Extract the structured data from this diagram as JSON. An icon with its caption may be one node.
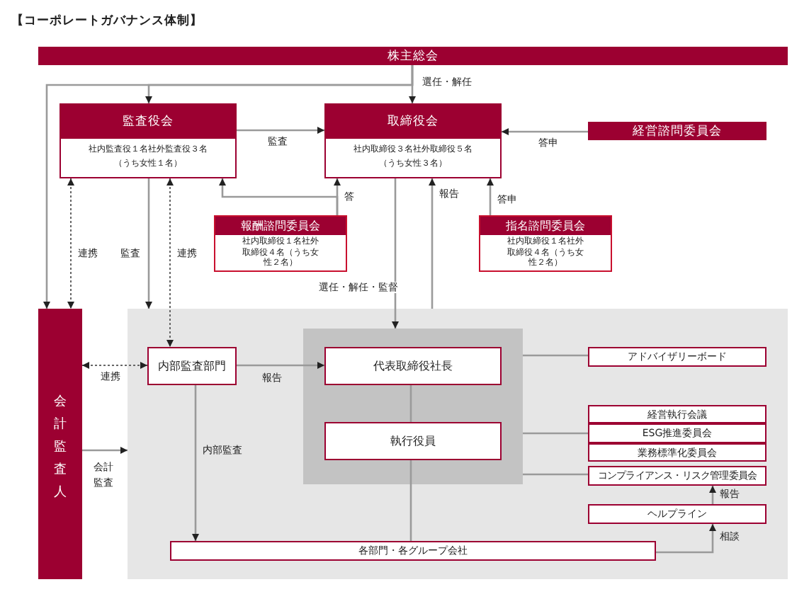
{
  "diagram": {
    "title": "【コーポレートガバナンス体制】",
    "nodes": [
      {
        "text": [
          "株主総会"
        ]
      },
      {
        "text": [
          "監査役会",
          "社内監査役１名社外監査役３名（うち女性１名）"
        ]
      },
      {
        "text": [
          "取締役会",
          "社内取締役３名社外取締役５名（うち女性３名）"
        ]
      },
      {
        "text": [
          "経営諮問委員会"
        ]
      },
      {
        "text": [
          "報酬諮問委員会",
          "社内取締役１名社外取締役４名（うち女性２名）"
        ]
      },
      {
        "text": [
          "指名諮問委員会",
          "社内取締役１名社外取締役４名（うち女性２名）"
        ]
      },
      {
        "text": [
          "会計監査人"
        ]
      },
      {
        "text": [],
        "shape": "box"
      },
      {
        "text": [],
        "shape": "box",
        "in": 7
      },
      {
        "text": [
          "内部監査部門"
        ],
        "in": 7
      },
      {
        "text": [
          "代表取締役社長"
        ],
        "in": 8
      },
      {
        "text": [
          "執行役員"
        ],
        "in": 8
      },
      {
        "text": [
          "アドバイザリーボード"
        ],
        "in": 7
      },
      {
        "text": [
          "経営執行会議"
        ],
        "in": 7
      },
      {
        "text": [
          "ESG推進委員会"
        ],
        "in": 7
      },
      {
        "text": [
          "業務標準化委員会"
        ],
        "in": 7
      },
      {
        "text": [
          "コンプライアンス・リスク管理委員会"
        ],
        "in": 7
      },
      {
        "text": [
          "ヘルプライン"
        ],
        "in": 7
      },
      {
        "text": [
          "各部門・各グループ会社"
        ],
        "in": 7
      }
    ],
    "edges": [
      {
        "from": 0,
        "to": 2,
        "arrow": "to",
        "label": "選任・解任"
      },
      {
        "from": 0,
        "to": 1,
        "arrow": "to"
      },
      {
        "from": 0,
        "to": 6,
        "arrow": "to"
      },
      {
        "from": 1,
        "to": 2,
        "arrow": "to",
        "label": "監査"
      },
      {
        "from": 3,
        "to": 2,
        "arrow": "to",
        "label": "答申"
      },
      {
        "from": 4,
        "to": 2,
        "arrow": "to",
        "label": "答"
      },
      {
        "from": 4,
        "to": 1,
        "arrow": "to"
      },
      {
        "from": 5,
        "to": 2,
        "arrow": "to",
        "label": "答申"
      },
      {
        "from": 7,
        "to": 2,
        "arrow": "to",
        "label": "報告"
      },
      {
        "from": 2,
        "to": 8,
        "arrow": "to",
        "label": "選任・解任・監督"
      },
      {
        "from": 1,
        "to": 6,
        "arrow": "both",
        "style": "dashed",
        "label": "連携"
      },
      {
        "from": 1,
        "to": 7,
        "arrow": "to",
        "label": "監査"
      },
      {
        "from": 1,
        "to": 9,
        "arrow": "both",
        "style": "dashed",
        "label": "連携"
      },
      {
        "from": 6,
        "to": 9,
        "arrow": "both",
        "style": "dashed",
        "label": "連携"
      },
      {
        "from": 6,
        "to": 7,
        "arrow": "to",
        "label": "会計監査"
      },
      {
        "from": 9,
        "to": 10,
        "arrow": "to",
        "label": "報告"
      },
      {
        "from": 9,
        "to": 18,
        "arrow": "to",
        "label": "内部監査"
      },
      {
        "from": 10,
        "to": 11,
        "arrow": "none"
      },
      {
        "from": 11,
        "to": 18,
        "arrow": "none"
      },
      {
        "from": 8,
        "to": 12,
        "arrow": "none"
      },
      {
        "from": 8,
        "to": 14,
        "arrow": "none"
      },
      {
        "from": 8,
        "to": 16,
        "arrow": "none"
      },
      {
        "from": 17,
        "to": 16,
        "arrow": "to",
        "label": "報告"
      },
      {
        "from": 18,
        "to": 17,
        "arrow": "to",
        "label": "相談"
      }
    ]
  }
}
